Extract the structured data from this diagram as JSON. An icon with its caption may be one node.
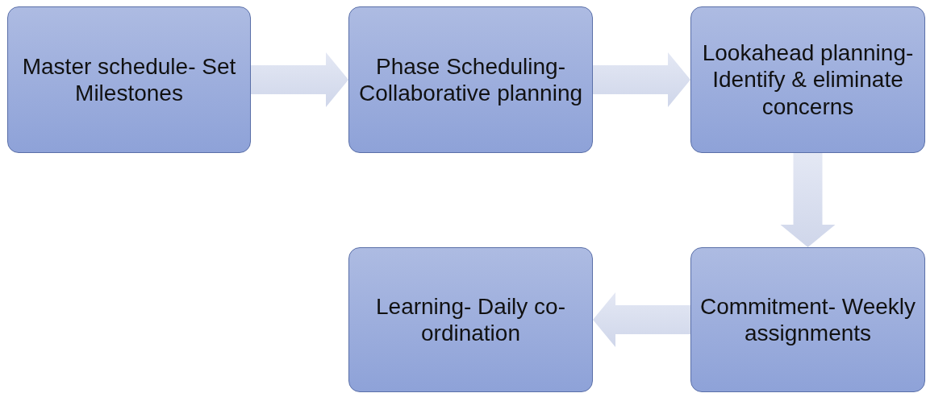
{
  "diagram": {
    "nodes": [
      {
        "text": [
          "Master schedule- Set Milestones"
        ]
      },
      {
        "text": [
          "Phase Scheduling- Collaborative planning"
        ]
      },
      {
        "text": [
          "Lookahead planning- Identify & eliminate concerns"
        ]
      },
      {
        "text": [
          "Commitment- Weekly assignments"
        ]
      },
      {
        "text": [
          "Learning- Daily co-ordination"
        ]
      }
    ],
    "edges": [
      {
        "from": 0,
        "to": 1,
        "arrow": "to"
      },
      {
        "from": 1,
        "to": 2,
        "arrow": "to"
      },
      {
        "from": 2,
        "to": 3,
        "arrow": "to"
      },
      {
        "from": 3,
        "to": 4,
        "arrow": "to"
      }
    ]
  }
}
